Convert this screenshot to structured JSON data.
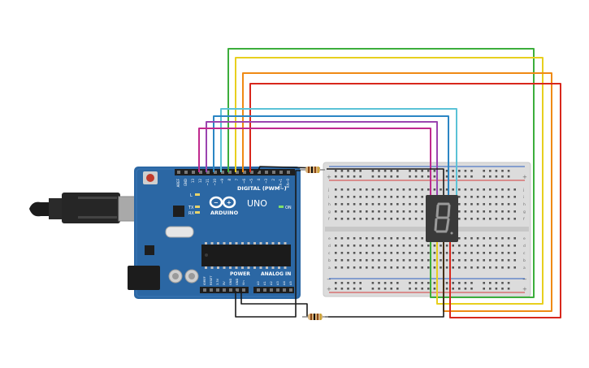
{
  "board": {
    "brand": "ARDUINO",
    "model": "UNO",
    "digital_header": "DIGITAL (PWM~)",
    "power_header": "POWER",
    "analog_header": "ANALOG IN",
    "on_label": "ON",
    "led_labels": {
      "l": "L",
      "tx": "TX",
      "rx": "RX"
    },
    "digital_pins": [
      "AREF",
      "GND",
      "13",
      "12",
      "~11",
      "~10",
      "~9",
      "8",
      "7",
      "~6",
      "~5",
      "4",
      "~3",
      "2",
      "TX→1",
      "RX←0"
    ],
    "power_pins": [
      "IOREF",
      "RESET",
      "3.3V",
      "5V",
      "GND",
      "GND",
      "Vin"
    ],
    "analog_pins": [
      "A0",
      "A1",
      "A2",
      "A3",
      "A4",
      "A5"
    ]
  },
  "breadboard": {
    "row_letters_top": [
      "j",
      "i",
      "h",
      "g",
      "f"
    ],
    "row_letters_bottom": [
      "e",
      "d",
      "c",
      "b",
      "a"
    ],
    "rail_plus": "+",
    "rail_minus": "−"
  },
  "display": {
    "digit": "8"
  },
  "colors": {
    "board": "#2b67a4",
    "breadboard": "#d9d9d9",
    "wire_green": "#3cae3c",
    "wire_yellow": "#e8cf1e",
    "wire_orange": "#ef8a14",
    "wire_red": "#d8271c",
    "wire_cyan": "#5bc2d6",
    "wire_blue": "#2b86c4",
    "wire_purple": "#9b44b0",
    "wire_magenta": "#c02a8e",
    "wire_black": "#1a1a1a"
  }
}
